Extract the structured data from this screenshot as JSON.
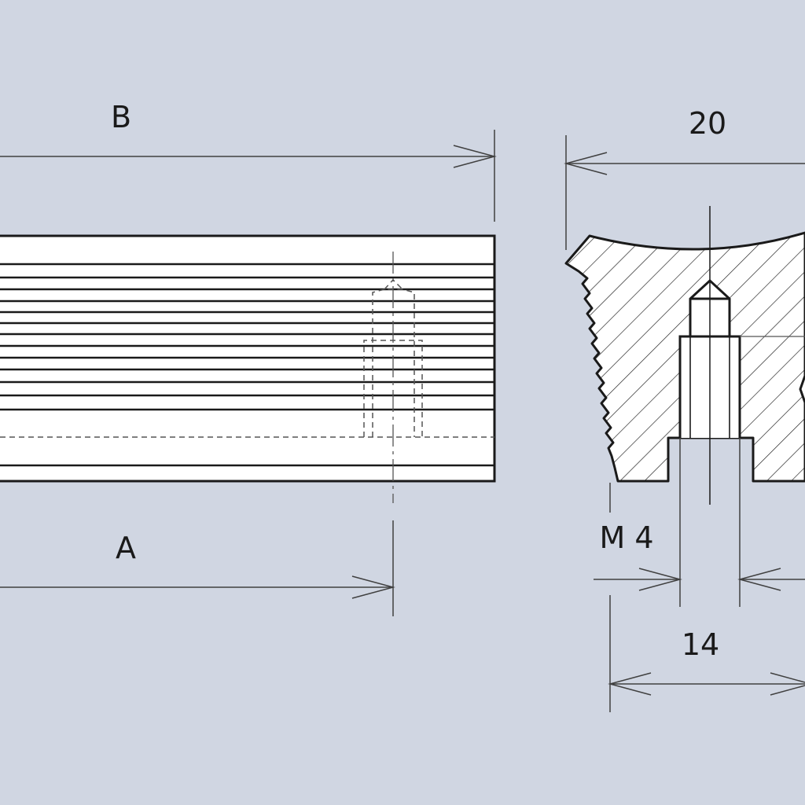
{
  "side_view": {
    "dimension_b": "B",
    "dimension_a": "A"
  },
  "section_view": {
    "dimension_width": "20",
    "thread_label": "M 4",
    "dimension_slot": "14"
  },
  "colors": {
    "background": "#d0d6e2",
    "part_fill": "#ffffff",
    "line": "#1a1a1a",
    "dimension_line": "#404040"
  }
}
